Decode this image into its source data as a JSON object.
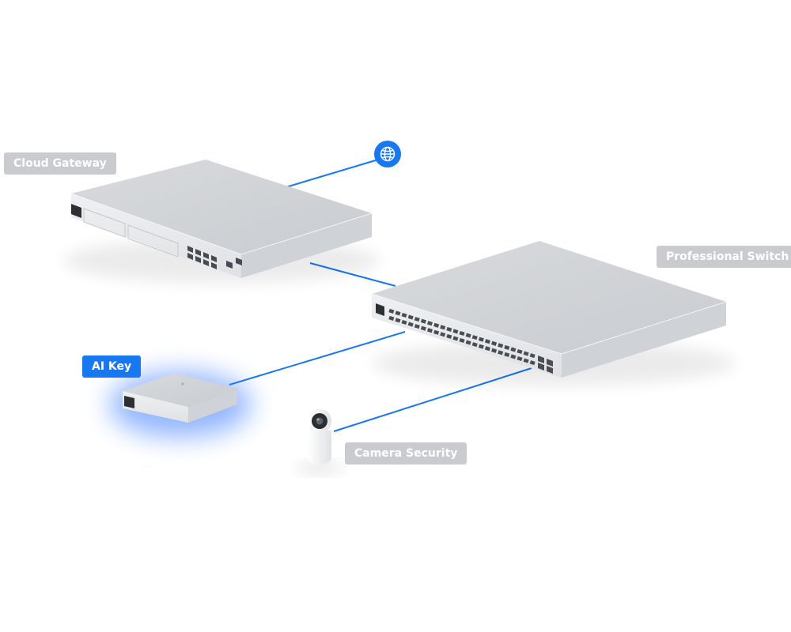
{
  "labels": {
    "cloud_gateway": "Cloud Gateway",
    "professional_switch": "Professional Switch",
    "ai_key": "AI Key",
    "camera_security": "Camera Security"
  },
  "icons": {
    "internet": "globe-icon"
  },
  "colors": {
    "link_line": "#1778f2",
    "label_gray": "#c9cbcf",
    "label_active": "#1778f2",
    "glow": "#3d7cff",
    "device_silver": "#e1e3e6"
  }
}
